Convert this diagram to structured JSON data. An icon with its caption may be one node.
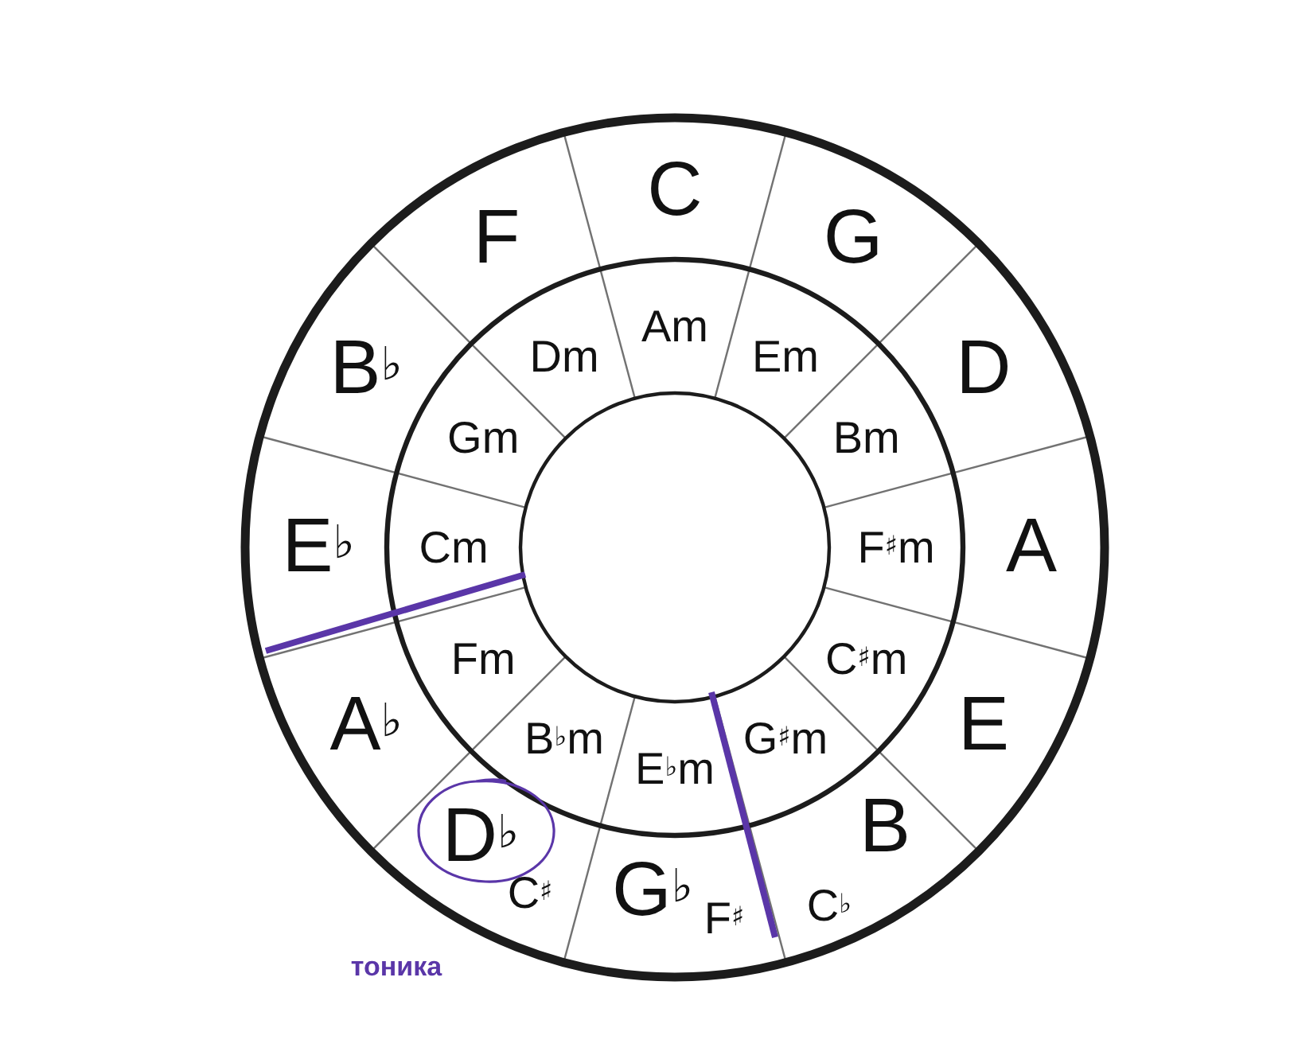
{
  "diagram": {
    "nodes": [
      {
        "text": [
          "C"
        ]
      },
      {
        "text": [
          "G"
        ]
      },
      {
        "text": [
          "D"
        ]
      },
      {
        "text": [
          "A"
        ]
      },
      {
        "text": [
          "E"
        ]
      },
      {
        "text": [
          "B",
          "C$^{♭}$"
        ]
      },
      {
        "text": [
          "G$^{♭}$",
          "F$^{♯}$"
        ]
      },
      {
        "text": [
          "D$^{♭}$",
          "C$^{♯}$"
        ]
      },
      {
        "text": [
          "A$^{♭}$"
        ]
      },
      {
        "text": [
          "E$^{♭}$"
        ]
      },
      {
        "text": [
          "B$^{♭}$"
        ]
      },
      {
        "text": [
          "F"
        ]
      },
      {
        "text": [
          "Am"
        ]
      },
      {
        "text": [
          "Em"
        ]
      },
      {
        "text": [
          "Bm"
        ]
      },
      {
        "text": [
          "F$^{♯}$m"
        ]
      },
      {
        "text": [
          "C$^{♯}$m"
        ]
      },
      {
        "text": [
          "G$^{♯}$m"
        ]
      },
      {
        "text": [
          "E$^{♭}$m"
        ]
      },
      {
        "text": [
          "B$^{♭}$m"
        ]
      },
      {
        "text": [
          "Fm"
        ]
      },
      {
        "text": [
          "Cm"
        ]
      },
      {
        "text": [
          "Gm"
        ]
      },
      {
        "text": [
          "Dm"
        ]
      }
    ],
    "labels": [
      "тоника"
    ]
  }
}
